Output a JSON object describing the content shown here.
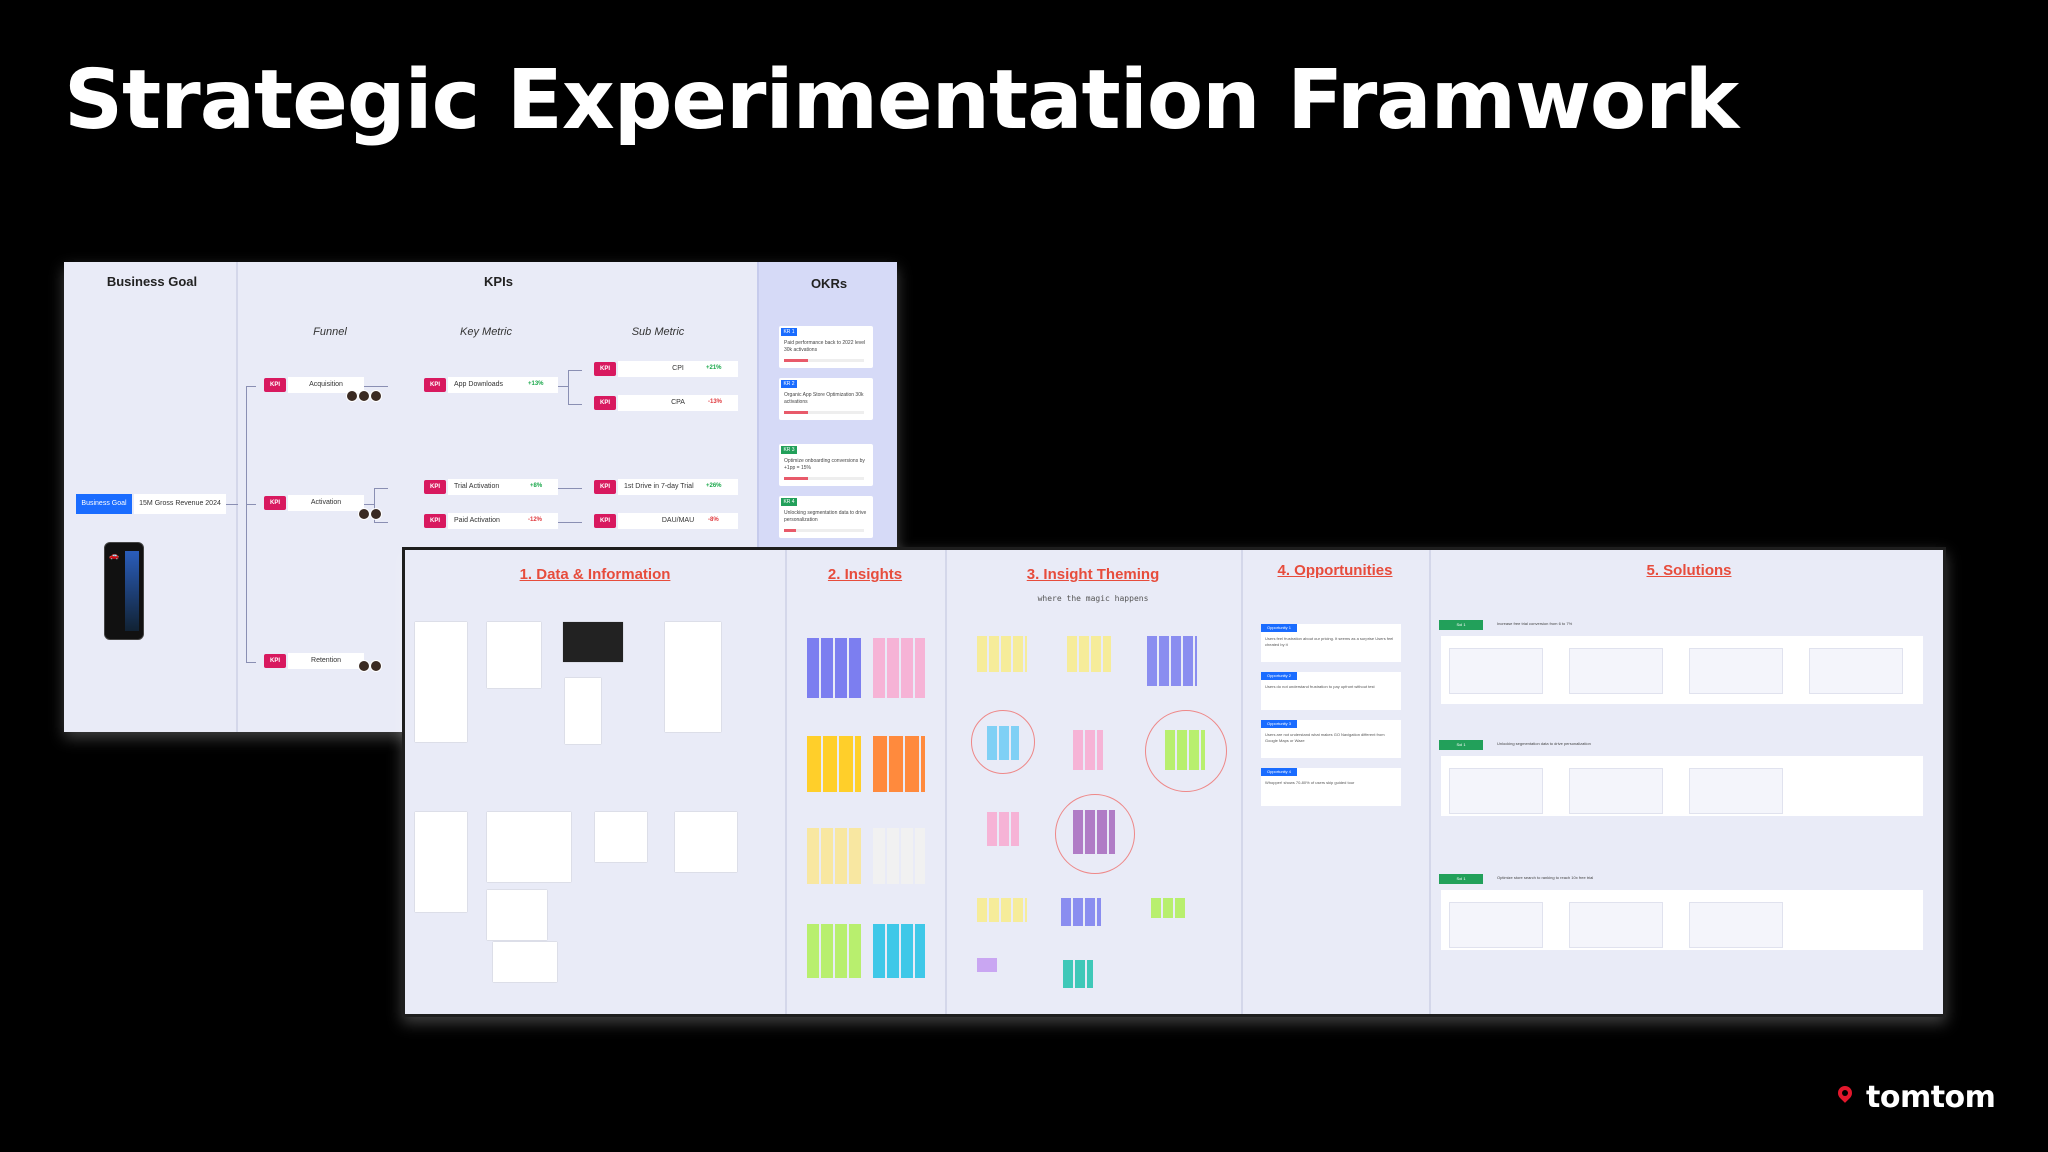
{
  "slide": {
    "title": "Strategic Experimentation Framwork",
    "logo_text": "tomtom"
  },
  "board_a": {
    "business_goal_header": "Business Goal",
    "kpis_header": "KPIs",
    "okrs_header": "OKRs",
    "funnel_label": "Funnel",
    "key_metric_label": "Key Metric",
    "sub_metric_label": "Sub Metric",
    "goal_tag": "Business Goal",
    "goal_value": "15M Gross Revenue 2024",
    "kpi_tag": "KPI",
    "funnel": [
      "Acquisition",
      "Activation",
      "Retention"
    ],
    "key_metrics": [
      {
        "label": "App Downloads",
        "delta": "+13%",
        "dir": "up"
      },
      {
        "label": "Trial Activation",
        "delta": "+8%",
        "dir": "up"
      },
      {
        "label": "Paid Activation",
        "delta": "-12%",
        "dir": "down"
      }
    ],
    "sub_metrics": [
      {
        "label": "CPI",
        "delta": "+21%",
        "dir": "up"
      },
      {
        "label": "CPA",
        "delta": "-13%",
        "dir": "down"
      },
      {
        "label": "1st Drive in 7-day Trial",
        "delta": "+26%",
        "dir": "up"
      },
      {
        "label": "DAU/MAU",
        "delta": "-8%",
        "dir": "down"
      }
    ],
    "okrs": [
      {
        "tag": "KR 1",
        "color": "#1a6cff",
        "text": "Paid performance back to 2022 level 30k activations",
        "progress": 0.3
      },
      {
        "tag": "KR 2",
        "color": "#1a6cff",
        "text": "Organic App Store Optimization 30k activations",
        "progress": 0.3
      },
      {
        "tag": "KR 3",
        "color": "#22a05a",
        "text": "Optimize onboarding conversions by +1pp = 15%",
        "progress": 0.3
      },
      {
        "tag": "KR 4",
        "color": "#22a05a",
        "text": "Unlocking segmentation data to drive personalization",
        "progress": 0.15
      }
    ]
  },
  "board_b": {
    "sections": [
      "1. Data & Information",
      "2. Insights",
      "3. Insight Theming",
      "4. Opportunities",
      "5. Solutions"
    ],
    "theming_subtitle": "where the magic happens",
    "opportunities": [
      {
        "tag": "Opportunity 1",
        "text": "Users feel frustration about our pricing. It seems as a surprise Users feel cheated by it"
      },
      {
        "tag": "Opportunity 2",
        "text": "Users do not understand frustration to pay upfront without test"
      },
      {
        "tag": "Opportunity 3",
        "text": "Users are not understand what makes GO Navigation different from Google Maps or Waze"
      },
      {
        "tag": "Opportunity 4",
        "text": "Whopper! shows 70-80% of users skip guided tour"
      }
    ],
    "solution_tag": "Sol 1",
    "solutions": [
      "Increase free trial conversion from 6 to 7%",
      "Unlocking segmentation data to drive personalization",
      "Optimize store search to ranking to reach 10x free trial"
    ]
  }
}
